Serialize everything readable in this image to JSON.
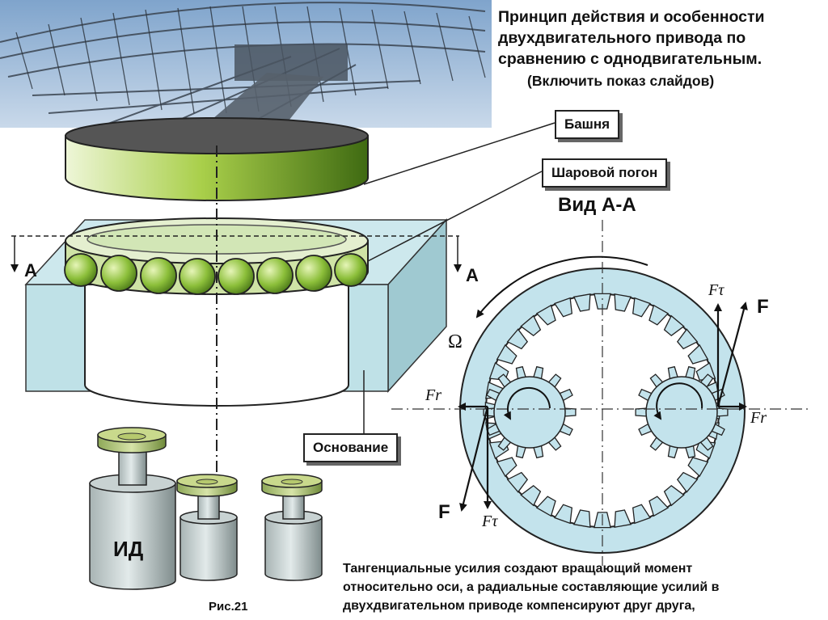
{
  "title": "Принцип действия и особенности двухдвигательного привода по сравнению с однодвигательным.",
  "subtitle": "(Включить показ слайдов)",
  "labels": {
    "tower": "Башня",
    "bearing": "Шаровой погон",
    "base": "Основание",
    "view": "Вид  А-А",
    "section_left": "А",
    "section_right": "А",
    "motor": "ИД",
    "figure": "Рис.21",
    "omega": "Ω",
    "force_top": "F",
    "force_bottom": "F",
    "f_tau_top": "Fτ",
    "f_tau_bottom": "Fτ",
    "f_r_left": "Fr",
    "f_r_right": "Fr"
  },
  "caption": {
    "line1": "Тангенциальные усилия создают вращающий  момент",
    "line2": "относительно оси, а радиальные составляющие усилий в",
    "line3": "двухдвигательном приводе компенсируют  друг  друга,"
  }
}
